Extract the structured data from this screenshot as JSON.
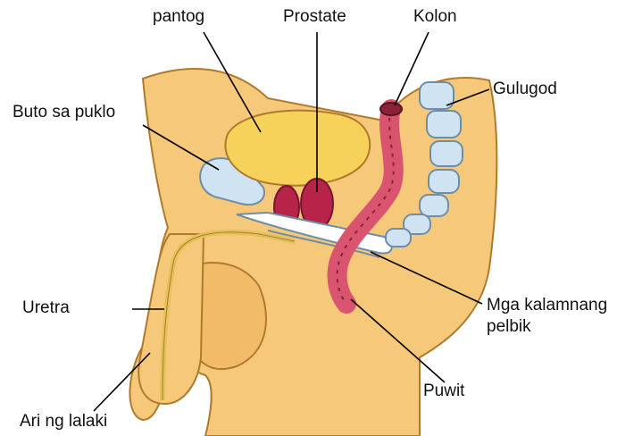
{
  "labels": {
    "pantog": "pantog",
    "prostate": "Prostate",
    "kolon": "Kolon",
    "gulugod": "Gulugod",
    "buto_sa_puklo": "Buto sa puklo",
    "uretra": "Uretra",
    "mga_kalamnang_pelbik_line1": "Mga kalamnang",
    "mga_kalamnang_pelbik_line2": "pelbik",
    "puwit": "Puwit",
    "ari_ng_lalaki": "Ari ng lalaki"
  },
  "colors": {
    "skin": "#f6c87a",
    "skin_shadow": "#e9a94f",
    "outline": "#b07a2c",
    "bladder": "#f7d25a",
    "prostate": "#b8234a",
    "colon": "#d9546e",
    "bone": "#cfe3f3",
    "leader": "#000000"
  }
}
